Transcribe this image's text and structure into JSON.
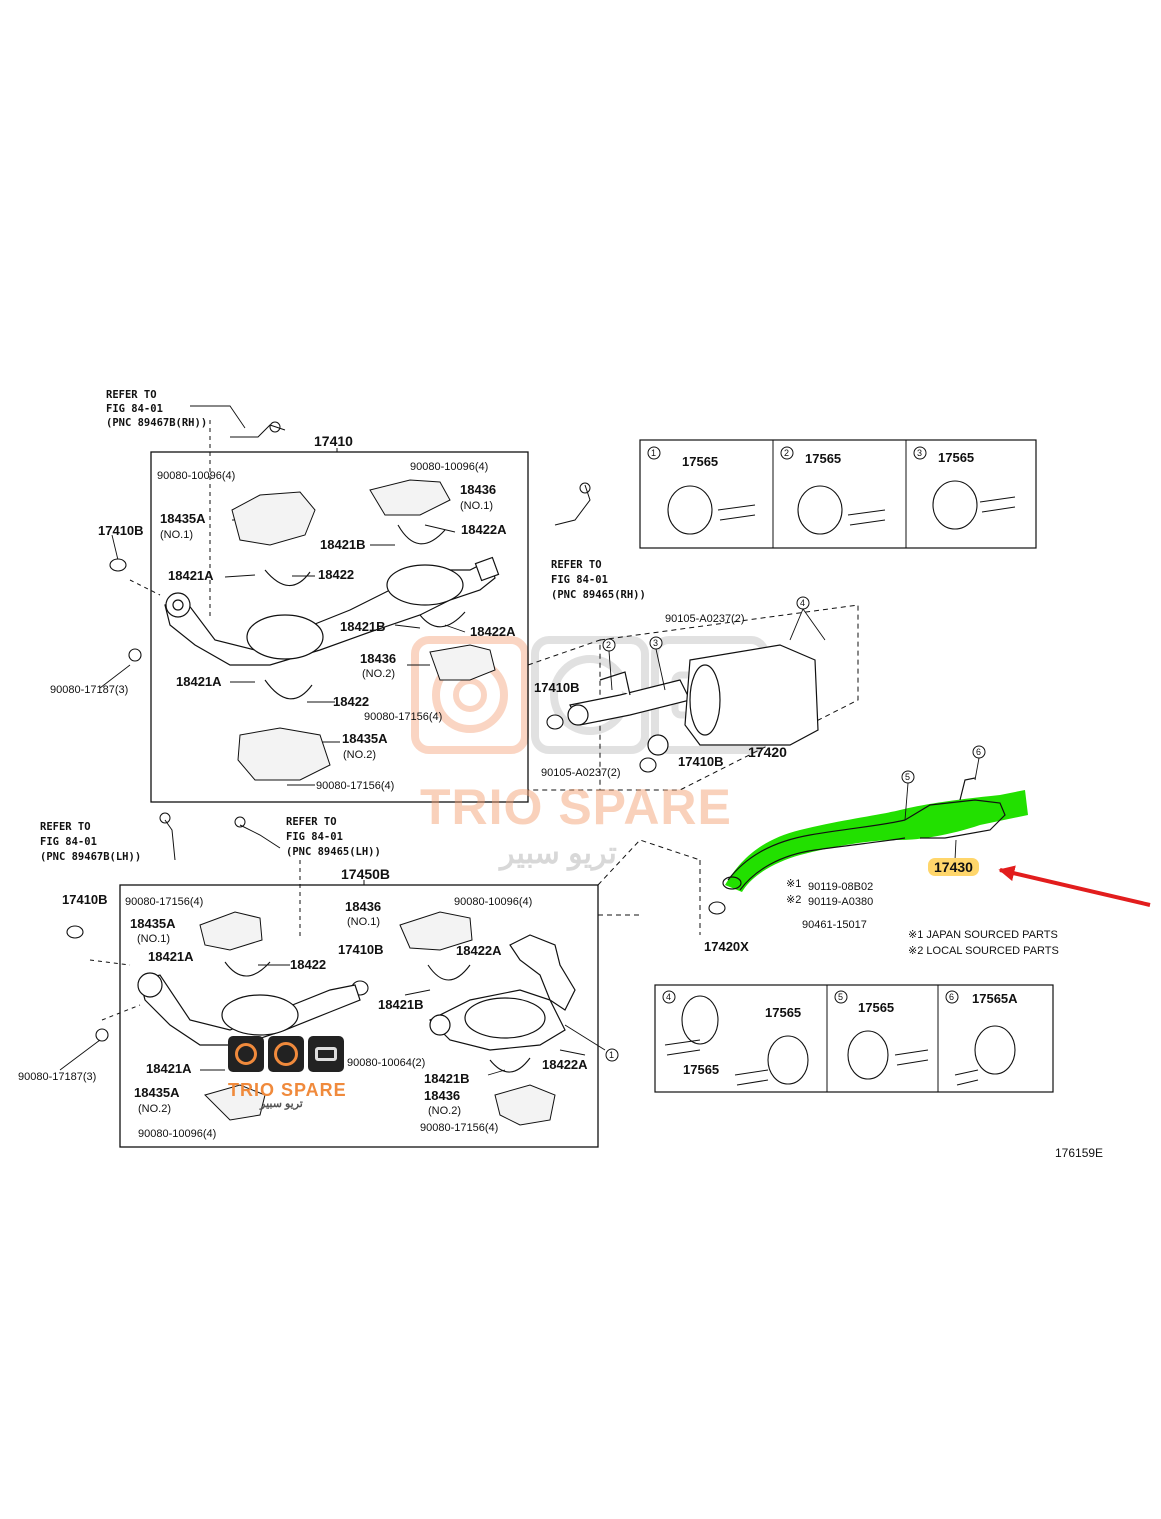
{
  "diagram_id": "176159E",
  "labels": {
    "refer_rh_top": [
      "REFER TO",
      "FIG 84-01",
      "(PNC 89467B(RH))"
    ],
    "refer_rh_mid": [
      "REFER TO",
      "FIG 84-01",
      "(PNC 89465(RH))"
    ],
    "refer_lh_left": [
      "REFER TO",
      "FIG 84-01",
      "(PNC 89467B(LH))"
    ],
    "refer_lh_mid": [
      "REFER TO",
      "FIG 84-01",
      "(PNC 89465(LH))"
    ],
    "p17410": "17410",
    "p17450b": "17450B",
    "p17410b": "17410B",
    "p90080_10096": "90080-10096(4)",
    "p18436": "18436",
    "no1": "(NO.1)",
    "no2": "(NO.2)",
    "p18435a": "18435A",
    "p18422a": "18422A",
    "p18421b": "18421B",
    "p18421a": "18421A",
    "p18422": "18422",
    "p90080_17187": "90080-17187(3)",
    "p90080_17156": "90080-17156(4)",
    "p90080_10064": "90080-10064(2)",
    "p90105_a0237": "90105-A0237(2)",
    "p17420": "17420",
    "p17430": "17430",
    "p17420x": "17420X",
    "p90119_08b02": "90119-08B02",
    "p90119_a0380": "90119-A0380",
    "p90461_15017": "90461-15017",
    "m1": "※1",
    "m2": "※2",
    "note1": "※1 JAPAN SOURCED PARTS",
    "note2": "※2 LOCAL SOURCED PARTS",
    "p17565": "17565",
    "p17565a": "17565A",
    "c1": "1",
    "c2": "2",
    "c3": "3",
    "c4": "4",
    "c5": "5",
    "c6": "6"
  },
  "watermark": {
    "brand_main": "TRIO SPARE",
    "brand_arabic": "تريو سبير",
    "logo_main": "TRIO SPARE",
    "logo_arabic": "تريو سبير"
  },
  "colors": {
    "line": "#111111",
    "highlight_green": "#22e000",
    "highlight_label": "#ffd66b",
    "arrow_red": "#e21d1d",
    "watermark_orange": "#f29b6b",
    "watermark_gray": "#cfcfcf"
  }
}
